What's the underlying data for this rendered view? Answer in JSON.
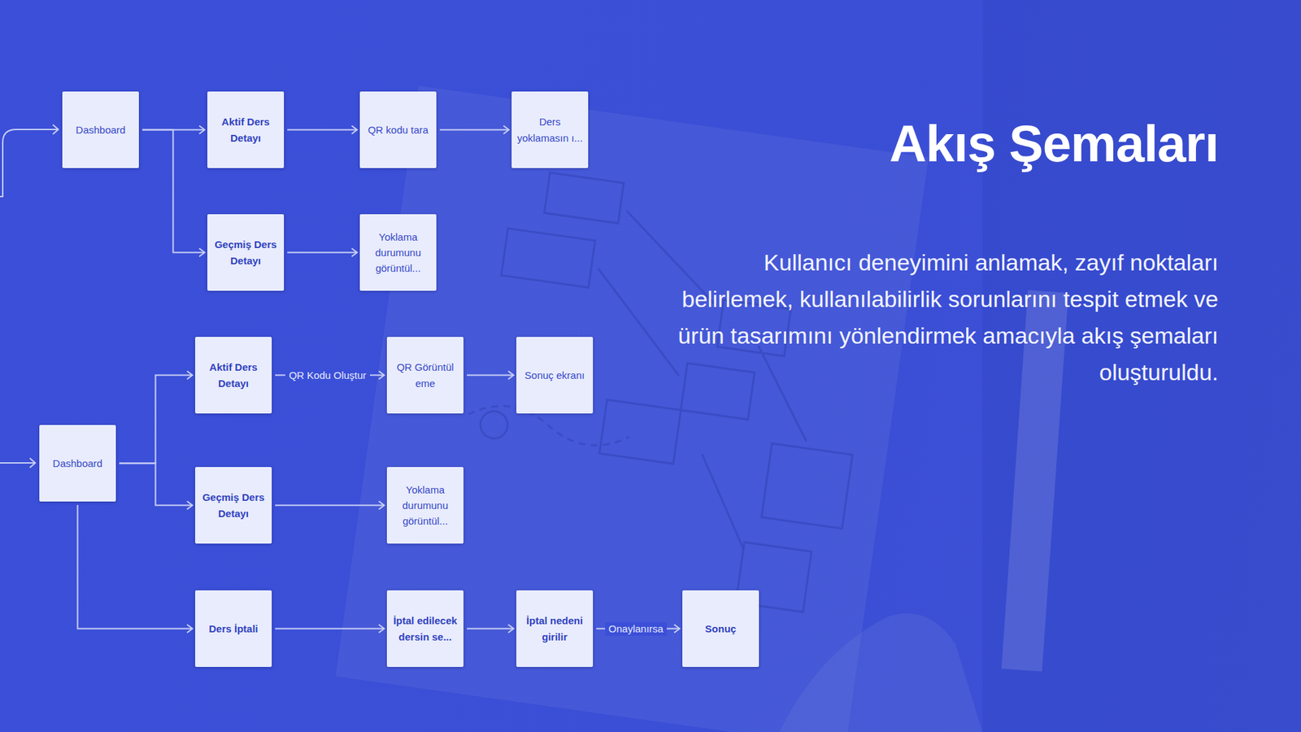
{
  "diagram": {
    "title": "Akış Şemaları",
    "nodes": [
      {
        "text": [
          "Dashboard"
        ]
      },
      {
        "text": [
          "Aktif Ders Detayı"
        ]
      },
      {
        "text": [
          "QR kodu tara"
        ]
      },
      {
        "text": [
          "Ders yoklamasın ı..."
        ]
      },
      {
        "text": [
          "Geçmiş Ders Detayı"
        ]
      },
      {
        "text": [
          "Yoklama durumunu görüntül..."
        ]
      },
      {
        "text": [
          "Dashboard"
        ]
      },
      {
        "text": [
          "Aktif Ders Detayı"
        ]
      },
      {
        "text": [
          "QR Görüntül eme"
        ]
      },
      {
        "text": [
          "Sonuç ekranı"
        ]
      },
      {
        "text": [
          "Geçmiş Ders Detayı"
        ]
      },
      {
        "text": [
          "Yoklama durumunu görüntül..."
        ]
      },
      {
        "text": [
          "Ders İptali"
        ]
      },
      {
        "text": [
          "İptal edilecek dersin se..."
        ]
      },
      {
        "text": [
          "İptal nedeni girilir"
        ]
      },
      {
        "text": [
          "Sonuç"
        ]
      }
    ],
    "edges": [
      {
        "from": 0,
        "to": 1,
        "arrow": "to"
      },
      {
        "from": 1,
        "to": 2,
        "arrow": "to"
      },
      {
        "from": 2,
        "to": 3,
        "arrow": "to"
      },
      {
        "from": 0,
        "to": 4,
        "arrow": "to"
      },
      {
        "from": 4,
        "to": 5,
        "arrow": "to"
      },
      {
        "from": 6,
        "to": 7,
        "arrow": "to"
      },
      {
        "from": 6,
        "to": 10,
        "arrow": "to"
      },
      {
        "from": 6,
        "to": 12,
        "arrow": "to"
      },
      {
        "from": 7,
        "to": 8,
        "label": "QR Kodu Oluştur",
        "arrow": "to"
      },
      {
        "from": 8,
        "to": 9,
        "arrow": "to"
      },
      {
        "from": 10,
        "to": 11,
        "arrow": "to"
      },
      {
        "from": 12,
        "to": 13,
        "arrow": "to"
      },
      {
        "from": 13,
        "to": 14,
        "arrow": "to"
      },
      {
        "from": 14,
        "to": 15,
        "label": "Onaylanırsa",
        "arrow": "to"
      }
    ],
    "labels": [
      "Kullanıcı deneyimini anlamak, zayıf noktaları belirlemek, kullanılabilirlik sorunlarını tespit etmek ve ürün tasarımını yönlendirmek amacıyla akış şemaları oluşturuldu."
    ]
  }
}
